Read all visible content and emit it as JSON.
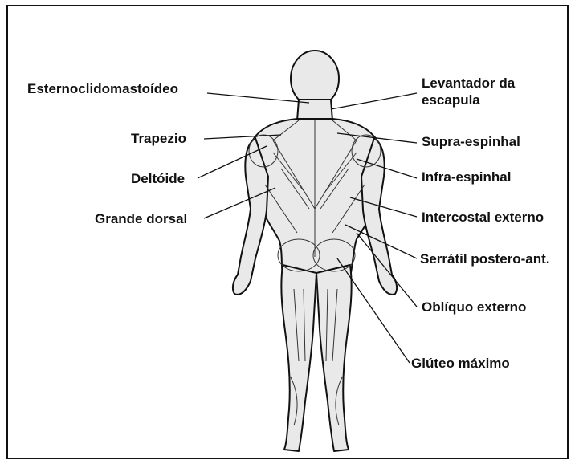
{
  "diagram": {
    "labels_left": [
      {
        "id": "esternocleidomastoideo",
        "text": "Esternoclidomastoídeo"
      },
      {
        "id": "trapezio",
        "text": "Trapezio"
      },
      {
        "id": "deltoide",
        "text": "Deltóide"
      },
      {
        "id": "grande-dorsal",
        "text": "Grande dorsal"
      }
    ],
    "labels_right": [
      {
        "id": "levantador-escapula",
        "text": "Levantador da escapula"
      },
      {
        "id": "supra-espinhal",
        "text": "Supra-espinhal"
      },
      {
        "id": "infra-espinhal",
        "text": "Infra-espinhal"
      },
      {
        "id": "intercostal-externo",
        "text": "Intercostal externo"
      },
      {
        "id": "serratil-postero",
        "text": "Serrátil postero-ant."
      },
      {
        "id": "obliquo-externo",
        "text": "Oblíquo externo"
      },
      {
        "id": "gluteo-maximo",
        "text": "Glúteo máximo"
      }
    ],
    "colors": {
      "ink": "#111111",
      "background": "#ffffff"
    }
  }
}
